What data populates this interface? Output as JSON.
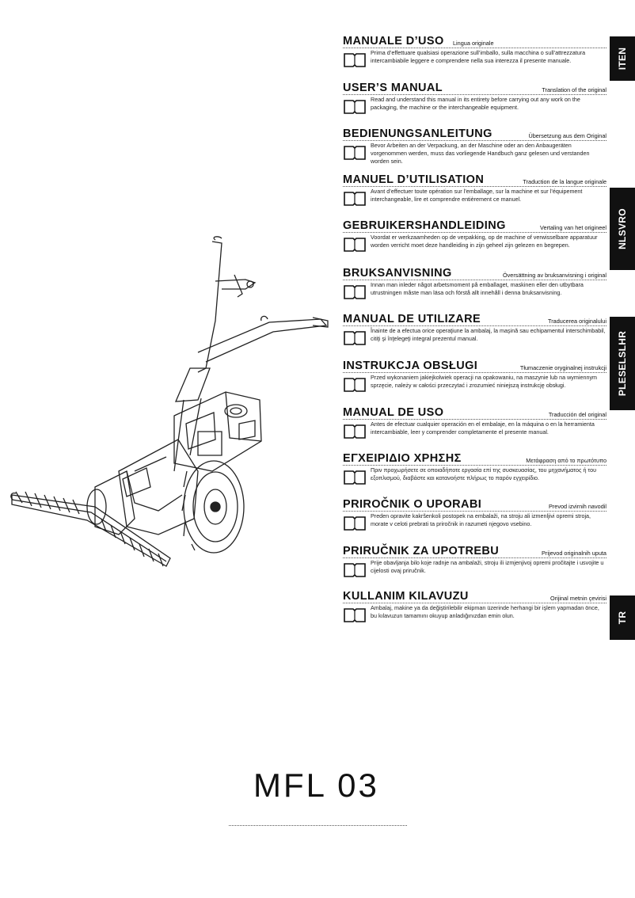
{
  "tabs": [
    {
      "label": "ITEN"
    },
    {
      "label": "NLSVRO"
    },
    {
      "label": "PLESELSLHR"
    },
    {
      "label": "TR"
    }
  ],
  "entries": [
    {
      "title": "MANUALE D’USO",
      "subtitle": "Lingua originale",
      "text": "Prima d’effettuare qualsiasi operazione sull’imballo, sulla macchina o sull’attrezzatura intercambiabile leggere e comprendere nella sua interezza il presente manuale."
    },
    {
      "title": "USER’S MANUAL",
      "subtitle": "Translation of the original",
      "text": "Read and understand this manual in its entirety before carrying out any work on the packaging, the machine or the interchangeable equipment."
    },
    {
      "title": "BEDIENUNGSANLEITUNG",
      "subtitle": "Übersetzung aus dem Original",
      "text": "Bevor Arbeiten an der Verpackung, an der Maschine oder an den Anbaugeräten vorgenommen werden, muss das vorliegende Handbuch ganz gelesen und verstanden worden sein."
    },
    {
      "title": "MANUEL D’UTILISATION",
      "subtitle": "Traduction de la langue originale",
      "text": "Avant d’effectuer toute opération sur l’emballage, sur la machine et sur l’équipement interchangeable, lire et comprendre entièrement ce manuel."
    },
    {
      "title": "GEBRUIKERSHANDLEIDING",
      "subtitle": "Vertaling van het origineel",
      "text": "Voordat er werkzaamheden op de verpakking, op de machine of verwisselbare apparatuur worden verricht moet deze handleiding in zijn geheel zijn gelezen en begrepen."
    },
    {
      "title": "BRUKSANVISNING",
      "subtitle": "Översättning av bruksanvisning i original",
      "text": "Innan man inleder något arbetsmoment på emballaget, maskinen eller den utbytbara utrustningen måste man läsa och förstå allt innehåll i denna bruksanvisning."
    },
    {
      "title": "MANUAL DE UTILIZARE",
      "subtitle": "Traducerea originalului",
      "text": "Înainte de a efectua orice operaţiune la ambalaj, la maşină sau echipamentul interschimbabil, citiţi şi înţelegeţi integral prezentul manual."
    },
    {
      "title": "INSTRUKCJA OBSŁUGI",
      "subtitle": "Tłumaczenie oryginalnej instrukcji",
      "text": "Przed wykonaniem jakiejkolwiek operacji na opakowaniu, na maszynie lub na wymiennym sprzęcie, należy w całości przeczytać i zrozumieć niniejszą instrukcję obsługi."
    },
    {
      "title": "MANUAL DE USO",
      "subtitle": "Traducción del original",
      "text": "Antes de efectuar cualquier operación en el embalaje, en la máquina o en la herramienta intercambiable, leer y comprender completamente el presente manual."
    },
    {
      "title": "ΕΓΧΕΙΡΙΔΙΟ ΧΡΗΣΗΣ",
      "subtitle": "Μετάφραση από το πρωτότυπο",
      "text": "Πριν προχωρήσετε σε οποιαδήποτε εργασία επί της συσκευασίας, του μηχανήματος ή του εξοπλισμού, διαβάστε και κατανοήστε πλήρως το παρόν εγχειρίδιο."
    },
    {
      "title": "PRIROČNIK O UPORABI",
      "subtitle": "Prevod izvirnih navodil",
      "text": "Preden opravite kakršenkoli postopek na embalaži, na stroju ali izmenljivi opremi stroja, morate v celoti prebrati ta priročnik in razumeti njegovo vsebino."
    },
    {
      "title": "PRIRUČNIK ZA UPOTREBU",
      "subtitle": "Prijevod originalnih uputa",
      "text": "Prije obavljanja bilo koje radnje na ambalaži, stroju ili izmjenjivoj opremi pročitajte i usvojite u cijelosti ovaj priručnik."
    },
    {
      "title": "KULLANIM KILAVUZU",
      "subtitle": "Orijinal metnin çevirisi",
      "text": "Ambalaj, makine ya da değiştirilebilir ekipman üzerinde herhangi bir işlem yapmadan önce, bu kılavuzun tamamını okuyup anladığınızdan emin olun."
    }
  ],
  "model": "MFL 03"
}
